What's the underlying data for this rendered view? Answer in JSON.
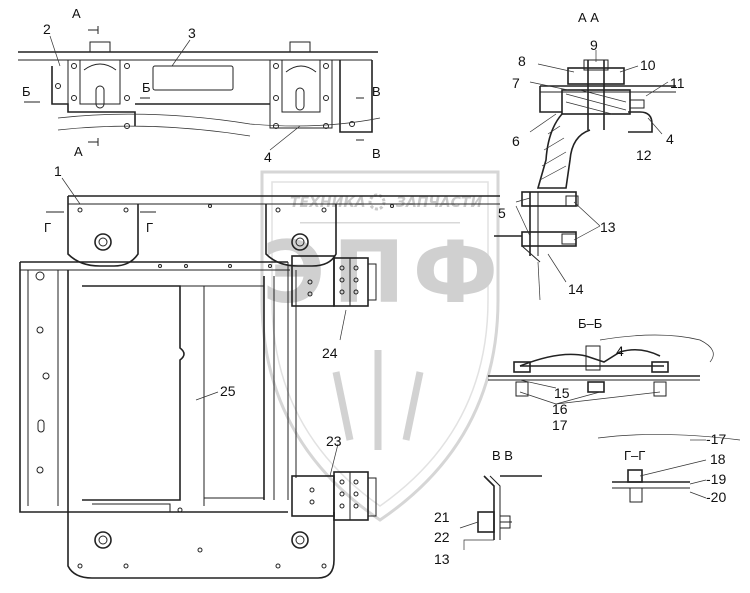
{
  "watermark": {
    "brand_left": "ТЕХНИКА",
    "brand_right": "ЗАПЧАСТИ",
    "logo_letters": "ЭПФ"
  },
  "section_labels": {
    "a_top": "А",
    "a_bottom": "А",
    "b_left": "Б",
    "b_mid": "Б",
    "v_top": "В",
    "v_bottom": "В",
    "g_left": "Г",
    "g_right": "Г",
    "view_aa": "А  А",
    "view_bb": "Б–Б",
    "view_vv": "В  В",
    "view_gg": "Г–Г"
  },
  "callouts": [
    {
      "id": "c1",
      "text": "1"
    },
    {
      "id": "c2",
      "text": "2"
    },
    {
      "id": "c3",
      "text": "3"
    },
    {
      "id": "c4a",
      "text": "4"
    },
    {
      "id": "c4b",
      "text": "4"
    },
    {
      "id": "c4c",
      "text": "4"
    },
    {
      "id": "c5",
      "text": "5"
    },
    {
      "id": "c6",
      "text": "6"
    },
    {
      "id": "c7",
      "text": "7"
    },
    {
      "id": "c8",
      "text": "8"
    },
    {
      "id": "c9",
      "text": "9"
    },
    {
      "id": "c10",
      "text": "10"
    },
    {
      "id": "c11",
      "text": "11"
    },
    {
      "id": "c12",
      "text": "12"
    },
    {
      "id": "c13a",
      "text": "13"
    },
    {
      "id": "c13b",
      "text": "13"
    },
    {
      "id": "c14",
      "text": "14"
    },
    {
      "id": "c15",
      "text": "15"
    },
    {
      "id": "c16",
      "text": "16"
    },
    {
      "id": "c17a",
      "text": "17"
    },
    {
      "id": "c17b",
      "text": "-17"
    },
    {
      "id": "c18",
      "text": "18"
    },
    {
      "id": "c19",
      "text": "-19"
    },
    {
      "id": "c20",
      "text": "-20"
    },
    {
      "id": "c21",
      "text": "21"
    },
    {
      "id": "c22",
      "text": "22"
    },
    {
      "id": "c23",
      "text": "23"
    },
    {
      "id": "c24",
      "text": "24"
    },
    {
      "id": "c25",
      "text": "25"
    }
  ]
}
